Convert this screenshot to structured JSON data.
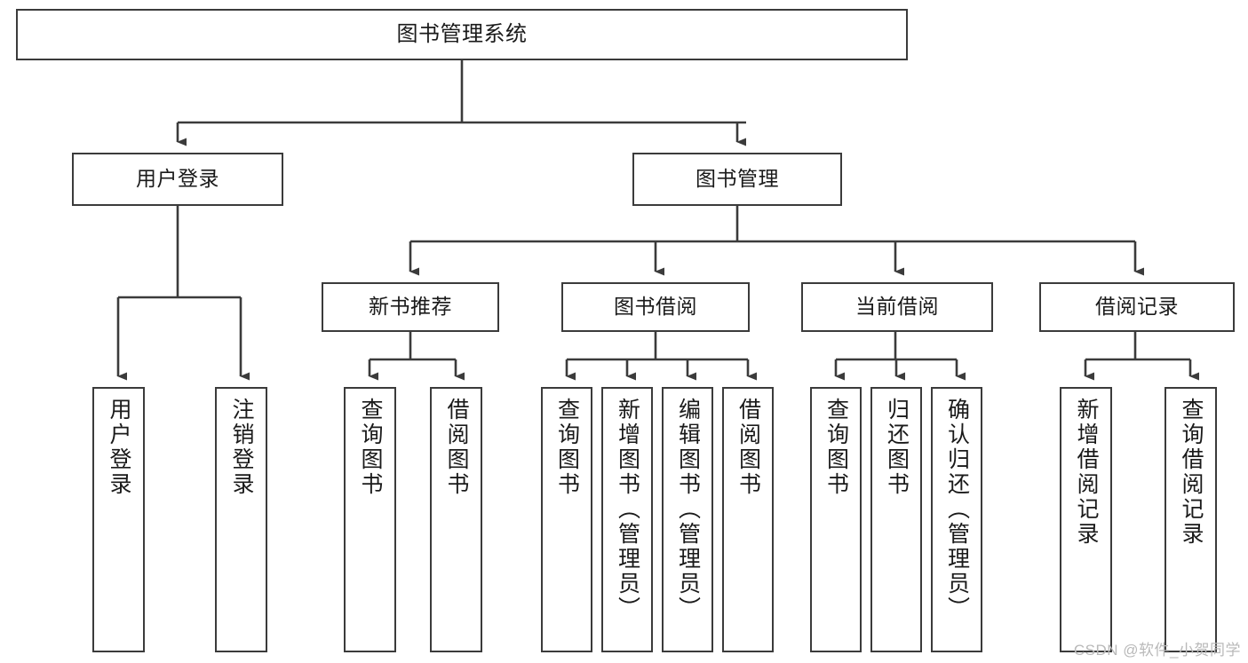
{
  "diagram": {
    "title": "图书管理系统",
    "type": "tree-hierarchy",
    "watermark": "CSDN @软件_小贺同学",
    "colors": {
      "background": "#ffffff",
      "border": "#3b3b3b",
      "text": "#1a1a1a",
      "edge": "#3b3b3b",
      "watermark": "#b9b9b9"
    },
    "nodes": {
      "root": {
        "label": "图书管理系统"
      },
      "level2": [
        {
          "id": "user-login",
          "label": "用户登录"
        },
        {
          "id": "book-manage",
          "label": "图书管理"
        }
      ],
      "level3": [
        {
          "id": "new-book-recommend",
          "label": "新书推荐"
        },
        {
          "id": "book-borrow",
          "label": "图书借阅"
        },
        {
          "id": "current-borrow",
          "label": "当前借阅"
        },
        {
          "id": "borrow-record",
          "label": "借阅记录"
        }
      ],
      "leaves": {
        "user-login": [
          {
            "id": "leaf-user-login",
            "label": "用户登录"
          },
          {
            "id": "leaf-logout-login",
            "label": "注销登录"
          }
        ],
        "new-book-recommend": [
          {
            "id": "leaf-query-book-1",
            "label": "查询图书"
          },
          {
            "id": "leaf-borrow-book-1",
            "label": "借阅图书"
          }
        ],
        "book-borrow": [
          {
            "id": "leaf-query-book-2",
            "label": "查询图书"
          },
          {
            "id": "leaf-add-book",
            "label": "新增图书（管理员）"
          },
          {
            "id": "leaf-edit-book",
            "label": "编辑图书（管理员）"
          },
          {
            "id": "leaf-borrow-book-2",
            "label": "借阅图书"
          }
        ],
        "current-borrow": [
          {
            "id": "leaf-query-book-3",
            "label": "查询图书"
          },
          {
            "id": "leaf-return-book",
            "label": "归还图书"
          },
          {
            "id": "leaf-confirm-return",
            "label": "确认归还（管理员）"
          }
        ],
        "borrow-record": [
          {
            "id": "leaf-add-record",
            "label": "新增借阅记录"
          },
          {
            "id": "leaf-query-record",
            "label": "查询借阅记录"
          }
        ]
      }
    }
  }
}
